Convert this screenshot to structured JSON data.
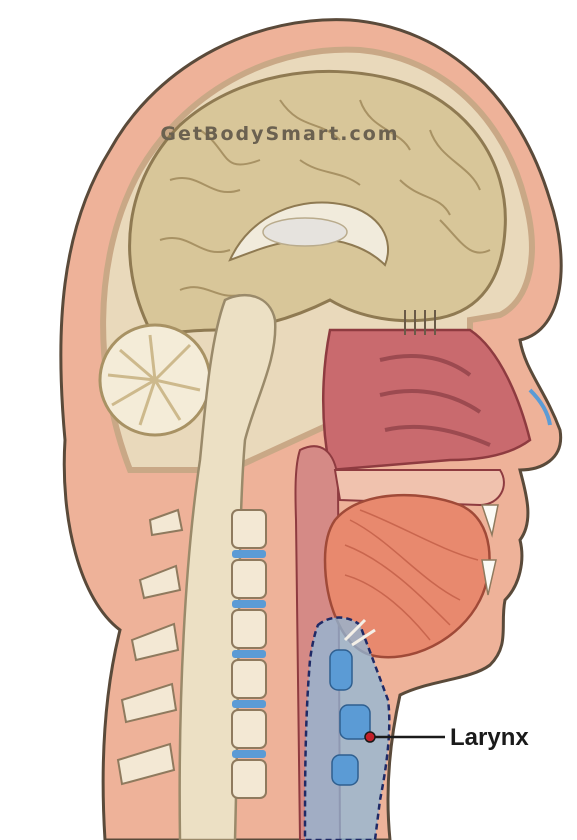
{
  "watermark": {
    "text": "GetBodySmart.com"
  },
  "labels": [
    {
      "id": "larynx",
      "text": "Larynx"
    }
  ],
  "palette": {
    "skin": "#eeb299",
    "skin_inner": "#f4c8b3",
    "skull": "#e9d9bb",
    "brain": "#d8c699",
    "brain_groove": "#a89264",
    "cerebellum": "#f4ecd8",
    "spine": "#e8dcc2",
    "nasal_cavity": "#c96a6e",
    "tongue": "#e8896e",
    "larynx": "#8fb8d8",
    "cartilage": "#5b9bd5",
    "outline": "#6a5a48"
  }
}
